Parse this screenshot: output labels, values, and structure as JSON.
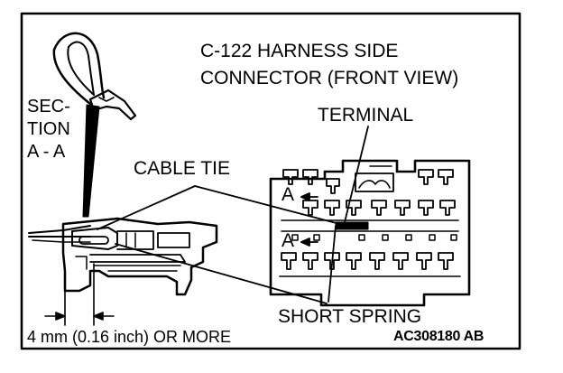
{
  "title_line1": "C-122 HARNESS SIDE",
  "title_line2": "CONNECTOR (FRONT VIEW)",
  "terminal_label": "TERMINAL",
  "section_line1": "SEC-",
  "section_line2": "TION",
  "section_line3": "A - A",
  "cable_tie_label": "CABLE TIE",
  "section_marker_top": "A",
  "section_marker_bottom": "A",
  "short_spring_label": "SHORT SPRING",
  "dimension_label": "4 mm (0.16 inch) OR MORE",
  "figure_code": "AC308180 AB",
  "colors": {
    "line": "#000000",
    "background": "#ffffff"
  }
}
